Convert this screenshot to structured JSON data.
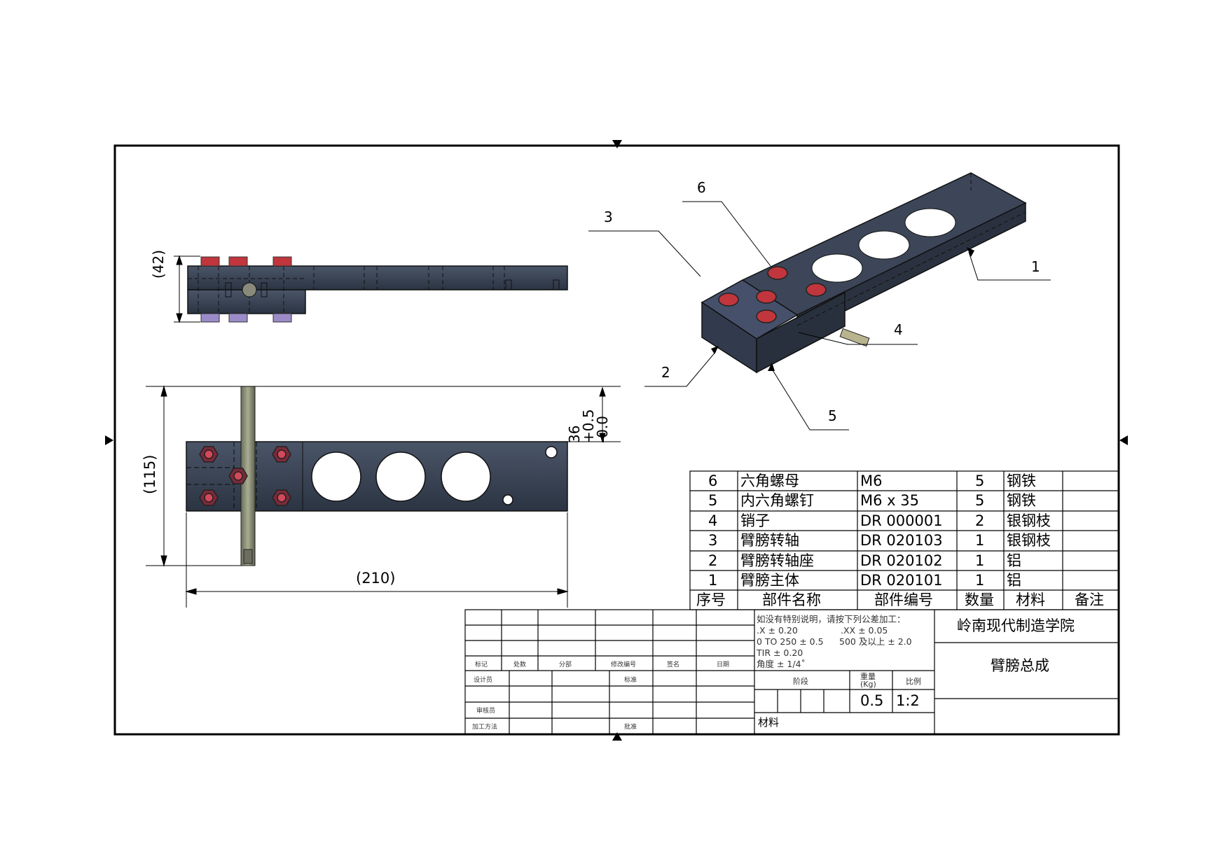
{
  "dimensions": {
    "height_top": "(42)",
    "height_front": "(115)",
    "length_front": "(210)",
    "offset_tolerance": "36 +0.5 -0.0"
  },
  "balloons": [
    "1",
    "2",
    "3",
    "4",
    "5",
    "6"
  ],
  "bom": {
    "headers": [
      "序号",
      "部件名称",
      "部件编号",
      "数量",
      "材料",
      "备注"
    ],
    "rows": [
      {
        "no": "6",
        "name": "六角螺母",
        "code": "M6",
        "qty": "5",
        "mat": "钢铁",
        "note": ""
      },
      {
        "no": "5",
        "name": "内六角螺钉",
        "code": "M6 x 35",
        "qty": "5",
        "mat": "钢铁",
        "note": ""
      },
      {
        "no": "4",
        "name": "销子",
        "code": "DR 000001",
        "qty": "2",
        "mat": "银钢枝",
        "note": ""
      },
      {
        "no": "3",
        "name": "臂膀转轴",
        "code": "DR 020103",
        "qty": "1",
        "mat": "银钢枝",
        "note": ""
      },
      {
        "no": "2",
        "name": "臂膀转轴座",
        "code": "DR 020102",
        "qty": "1",
        "mat": "铝",
        "note": ""
      },
      {
        "no": "1",
        "name": "臂膀主体",
        "code": "DR 020101",
        "qty": "1",
        "mat": "铝",
        "note": ""
      }
    ]
  },
  "title_block": {
    "school": "岭南现代制造学院",
    "drawing_name": "臂膀总成",
    "tolerance_intro": "如没有特别说明，请按下列公差加工：",
    "tol_x": ".X ± 0.20",
    "tol_xx": ".XX ± 0.05",
    "tol_range1": "0 TO 250 ± 0.5",
    "tol_range2": "500 及以上 ± 2.0",
    "tol_tir": "TIR ± 0.20",
    "tol_angle": "角度 ± 1/4˚",
    "stage_label": "阶段",
    "weight_label": "重量",
    "weight_unit": "(Kg)",
    "scale_label": "比例",
    "weight_value": "0.5",
    "scale_value": "1:2",
    "material_label": "材料",
    "rev_labels": [
      "标记",
      "处数",
      "分部",
      "修改编号",
      "签名",
      "日期"
    ],
    "designer": "设计员",
    "standard": "标准",
    "reviewer": "审核员",
    "process": "加工方法",
    "approve": "批准"
  }
}
